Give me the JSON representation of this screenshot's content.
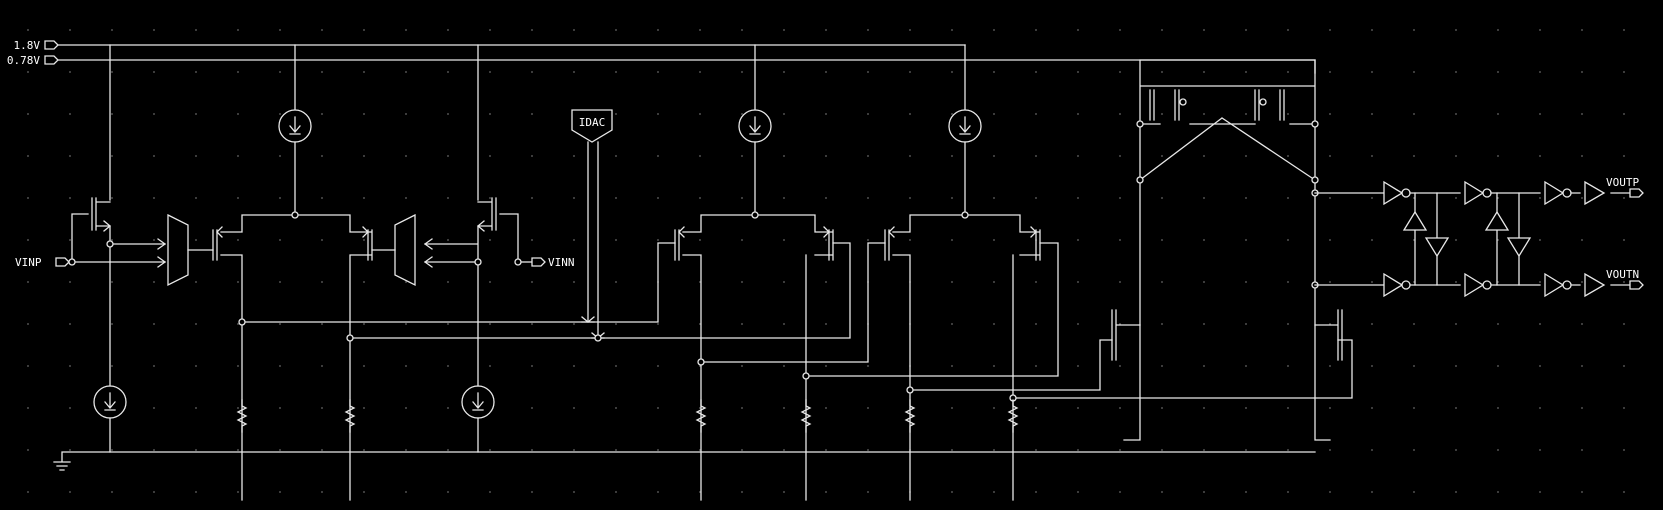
{
  "colors": {
    "background": "#000000",
    "wire": "#e8e8e8",
    "grid_dot": "#666666",
    "text": "#ffffff"
  },
  "labels": {
    "supply_1v8": "1.8V",
    "supply_0v78": "0.78V",
    "input_p": "VINP",
    "input_n": "VINN",
    "dac_block": "IDAC",
    "output_p": "VOUTP",
    "output_n": "VOUTN"
  },
  "icons": [
    "current-source-icon",
    "resistor-icon",
    "nmos-icon",
    "pmos-icon",
    "comparator-icon",
    "inverter-icon",
    "buffer-icon",
    "ground-icon",
    "port-icon"
  ]
}
